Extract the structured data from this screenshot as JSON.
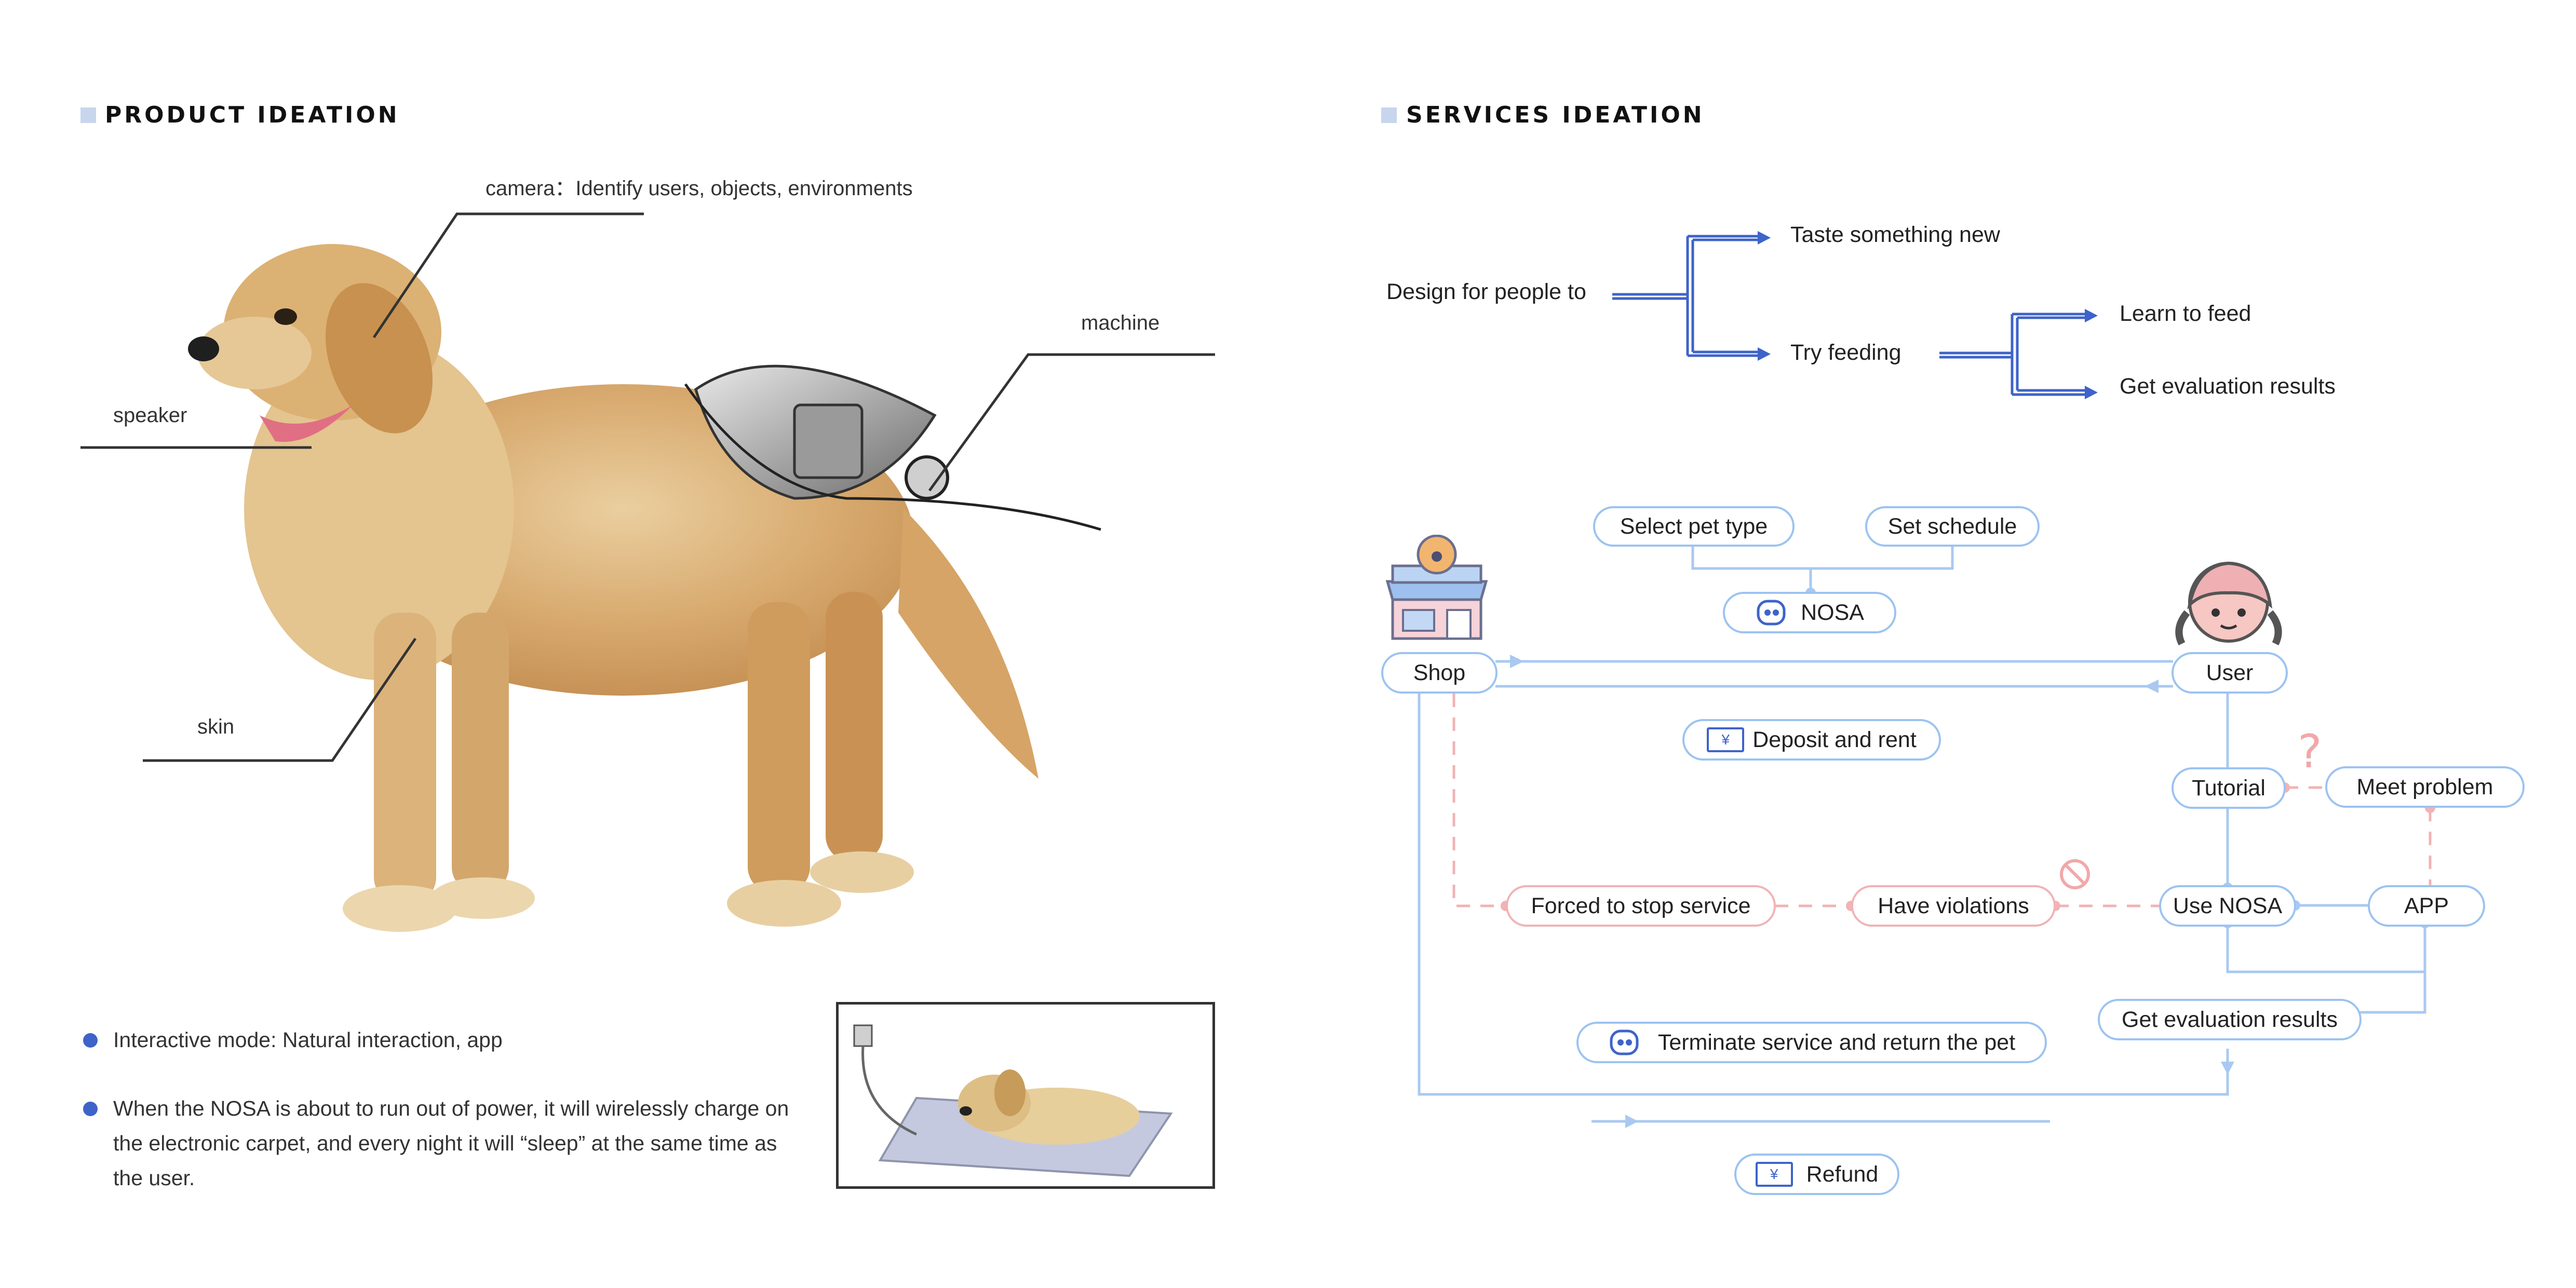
{
  "product": {
    "title": "PRODUCT IDEATION",
    "labels": {
      "camera": "camera：Identify users, objects, environments",
      "machine": "machine",
      "speaker": "speaker",
      "skin": "skin"
    },
    "notes": [
      "Interactive mode:  Natural interaction, app",
      "When the NOSA is about to run out of power, it will wirelessly charge on the electronic carpet, and every night it will “sleep” at the same time as the user."
    ]
  },
  "services": {
    "title": "SERVICES IDEATION",
    "tree": {
      "root": "Design for people to",
      "taste": "Taste something new",
      "try": "Try feeding",
      "learn": "Learn to feed",
      "eval": "Get evaluation results"
    },
    "flow": {
      "select_pet": "Select pet type",
      "set_schedule": "Set schedule",
      "nosa": "NOSA",
      "shop": "Shop",
      "user": "User",
      "deposit": "Deposit and rent",
      "tutorial": "Tutorial",
      "meet_problem": "Meet problem",
      "question_mark": "?",
      "forced_stop": "Forced to stop service",
      "violations": "Have violations",
      "use_nosa": "Use NOSA",
      "app": "APP",
      "get_eval": "Get evaluation results",
      "terminate": "Terminate service and return the pet",
      "refund": "Refund",
      "money_glyph": "¥"
    },
    "colors": {
      "accent": "#3e63c9",
      "flow_line": "#a9c9f1",
      "warning": "#f1b3b5"
    }
  }
}
